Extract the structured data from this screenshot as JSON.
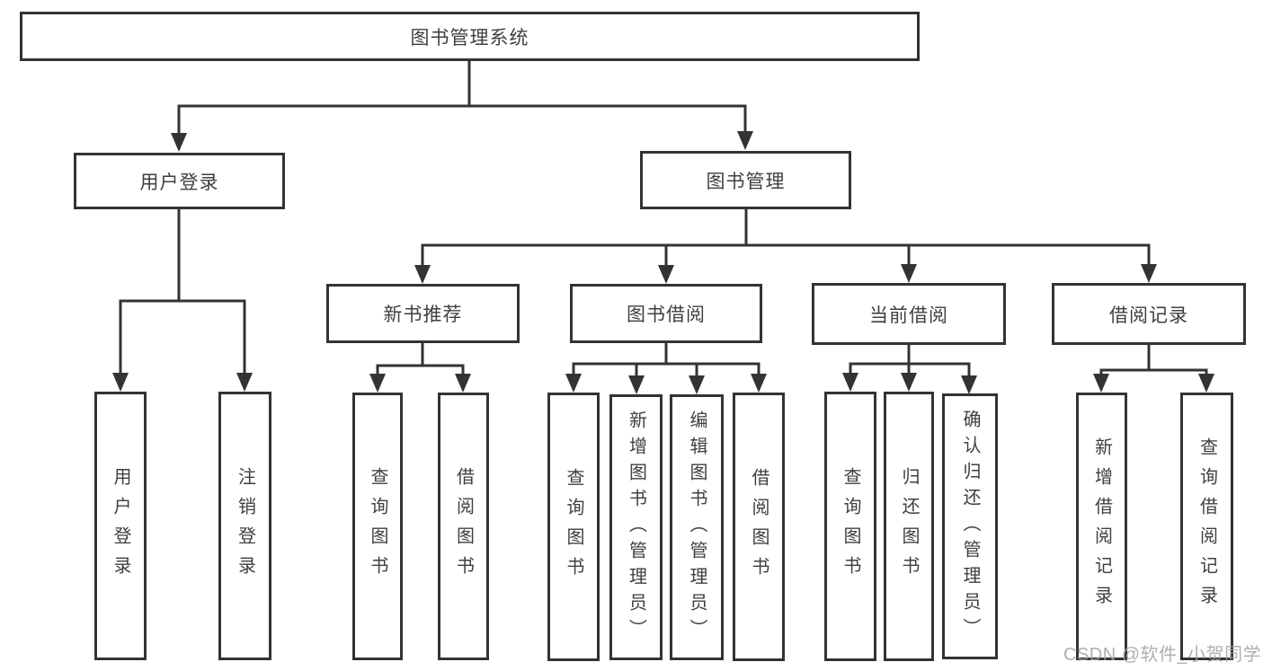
{
  "diagram_type": "hierarchy-tree",
  "colors": {
    "line": "#333333",
    "box_border": "#333333",
    "box_fill": "#ffffff",
    "text": "#3f3f3f",
    "background": "#ffffff",
    "watermark": "#a5a0a0"
  },
  "tree": {
    "label": "图书管理系统",
    "children": [
      {
        "label": "用户登录",
        "children": [
          {
            "label": "用户登录"
          },
          {
            "label": "注销登录"
          }
        ]
      },
      {
        "label": "图书管理",
        "children": [
          {
            "label": "新书推荐",
            "children": [
              {
                "label": "查询图书"
              },
              {
                "label": "借阅图书"
              }
            ]
          },
          {
            "label": "图书借阅",
            "children": [
              {
                "label": "查询图书"
              },
              {
                "label": "新增图书（管理员）"
              },
              {
                "label": "编辑图书（管理员）"
              },
              {
                "label": "借阅图书"
              }
            ]
          },
          {
            "label": "当前借阅",
            "children": [
              {
                "label": "查询图书"
              },
              {
                "label": "归还图书"
              },
              {
                "label": "确认归还（管理员）"
              }
            ]
          },
          {
            "label": "借阅记录",
            "children": [
              {
                "label": "新增借阅记录"
              },
              {
                "label": "查询借阅记录"
              }
            ]
          }
        ]
      }
    ]
  },
  "watermark": {
    "text": "CSDN @软件_小贺同学"
  }
}
